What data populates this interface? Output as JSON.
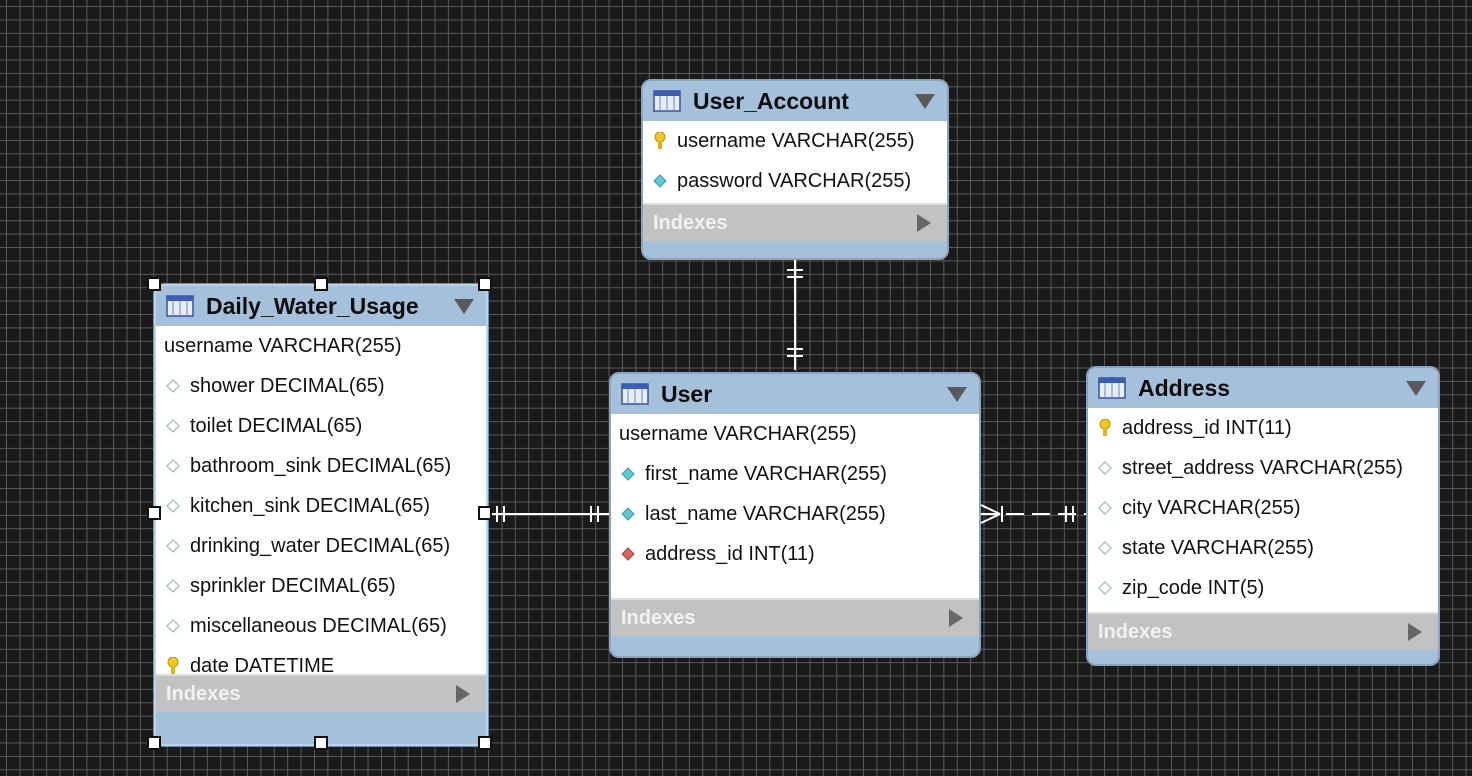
{
  "tables": {
    "daily_water_usage": {
      "name": "Daily_Water_Usage",
      "indexes_label": "Indexes",
      "columns": [
        {
          "text": "username VARCHAR(255)",
          "icon": "none"
        },
        {
          "text": "shower DECIMAL(65)",
          "icon": "nullable-column-icon"
        },
        {
          "text": "toilet DECIMAL(65)",
          "icon": "nullable-column-icon"
        },
        {
          "text": "bathroom_sink DECIMAL(65)",
          "icon": "nullable-column-icon"
        },
        {
          "text": "kitchen_sink DECIMAL(65)",
          "icon": "nullable-column-icon"
        },
        {
          "text": "drinking_water DECIMAL(65)",
          "icon": "nullable-column-icon"
        },
        {
          "text": "sprinkler DECIMAL(65)",
          "icon": "nullable-column-icon"
        },
        {
          "text": "miscellaneous DECIMAL(65)",
          "icon": "nullable-column-icon"
        },
        {
          "text": "date DATETIME",
          "icon": "primary-key-icon"
        }
      ]
    },
    "user_account": {
      "name": "User_Account",
      "indexes_label": "Indexes",
      "columns": [
        {
          "text": "username VARCHAR(255)",
          "icon": "primary-key-icon"
        },
        {
          "text": "password VARCHAR(255)",
          "icon": "not-null-column-icon"
        }
      ]
    },
    "user": {
      "name": "User",
      "indexes_label": "Indexes",
      "columns": [
        {
          "text": "username VARCHAR(255)",
          "icon": "none"
        },
        {
          "text": "first_name VARCHAR(255)",
          "icon": "not-null-column-icon"
        },
        {
          "text": "last_name VARCHAR(255)",
          "icon": "not-null-column-icon"
        },
        {
          "text": "address_id INT(11)",
          "icon": "foreign-key-icon"
        }
      ]
    },
    "address": {
      "name": "Address",
      "indexes_label": "Indexes",
      "columns": [
        {
          "text": "address_id INT(11)",
          "icon": "primary-key-icon"
        },
        {
          "text": "street_address VARCHAR(255)",
          "icon": "nullable-column-icon"
        },
        {
          "text": "city VARCHAR(255)",
          "icon": "nullable-column-icon"
        },
        {
          "text": "state VARCHAR(255)",
          "icon": "nullable-column-icon"
        },
        {
          "text": "zip_code INT(5)",
          "icon": "nullable-column-icon"
        }
      ]
    }
  },
  "relationships": [
    {
      "from": "User_Account",
      "to": "User",
      "from_end": "one-and-only-one",
      "to_end": "one-and-only-one",
      "style": "identifying"
    },
    {
      "from": "Daily_Water_Usage",
      "to": "User",
      "from_end": "one-and-only-one",
      "to_end": "one-and-only-one",
      "style": "identifying"
    },
    {
      "from": "User",
      "to": "Address",
      "from_end": "one-or-many",
      "to_end": "one-and-only-one",
      "style": "non-identifying"
    }
  ],
  "colors": {
    "canvas": "#1a1a1a",
    "grid": "#5a5a5a",
    "table_header": "#a4c0da",
    "indexes_bar": "#c2c2c2",
    "connector": "#ffffff",
    "primary_key": "#f2c81c",
    "not_null": "#5fc9d6",
    "foreign_key": "#d9675f"
  },
  "selected_table": "Daily_Water_Usage"
}
